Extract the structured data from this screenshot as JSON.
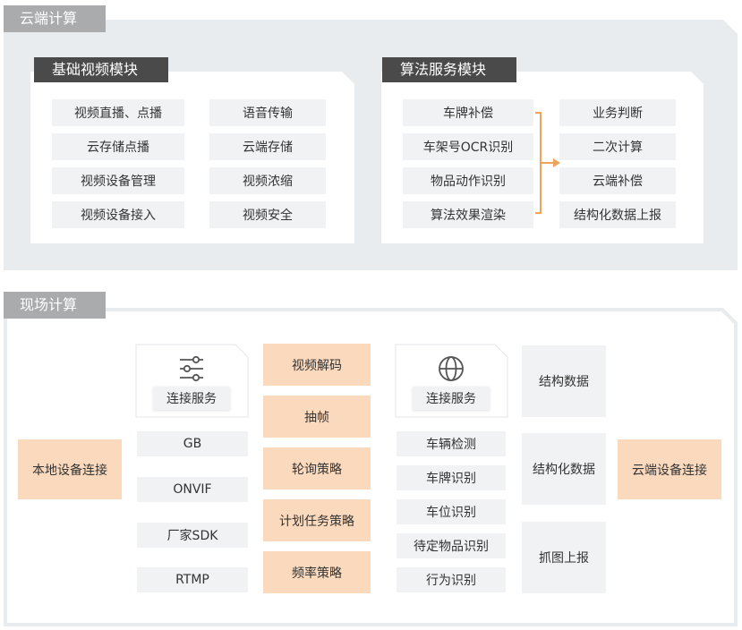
{
  "cloud": {
    "title": "云端计算",
    "basic": {
      "title": "基础视频模块",
      "items": [
        "视频直播、点播",
        "语音传输",
        "云存储点播",
        "云端存储",
        "视频设备管理",
        "视频浓缩",
        "视频设备接入",
        "视频安全"
      ]
    },
    "algo": {
      "title": "算法服务模块",
      "left": [
        "车牌补偿",
        "车架号OCR识别",
        "物品动作识别",
        "算法效果渲染"
      ],
      "right": [
        "业务判断",
        "二次计算",
        "云端补偿",
        "结构化数据上报"
      ]
    }
  },
  "edge": {
    "title": "现场计算",
    "local": "本地设备连接",
    "conn1": {
      "label": "连接服务",
      "icon": "sliders-icon"
    },
    "protocols": [
      "GB",
      "ONVIF",
      "厂家SDK",
      "RTMP"
    ],
    "pipeline": [
      "视频解码",
      "抽帧",
      "轮询策略",
      "计划任务策略",
      "频率策略"
    ],
    "conn2": {
      "label": "连接服务",
      "icon": "globe-icon"
    },
    "recog": [
      "车辆检测",
      "车牌识别",
      "车位识别",
      "待定物品识别",
      "行为识别"
    ],
    "outputs": [
      "结构数据",
      "结构化数据",
      "抓图上报"
    ],
    "cloud_conn": "云端设备连接"
  },
  "colors": {
    "accent": "#fad9bd",
    "arrow": "#f0a35a",
    "dark_tag": "#4a4a4a",
    "gray_tag": "#a9abad"
  }
}
